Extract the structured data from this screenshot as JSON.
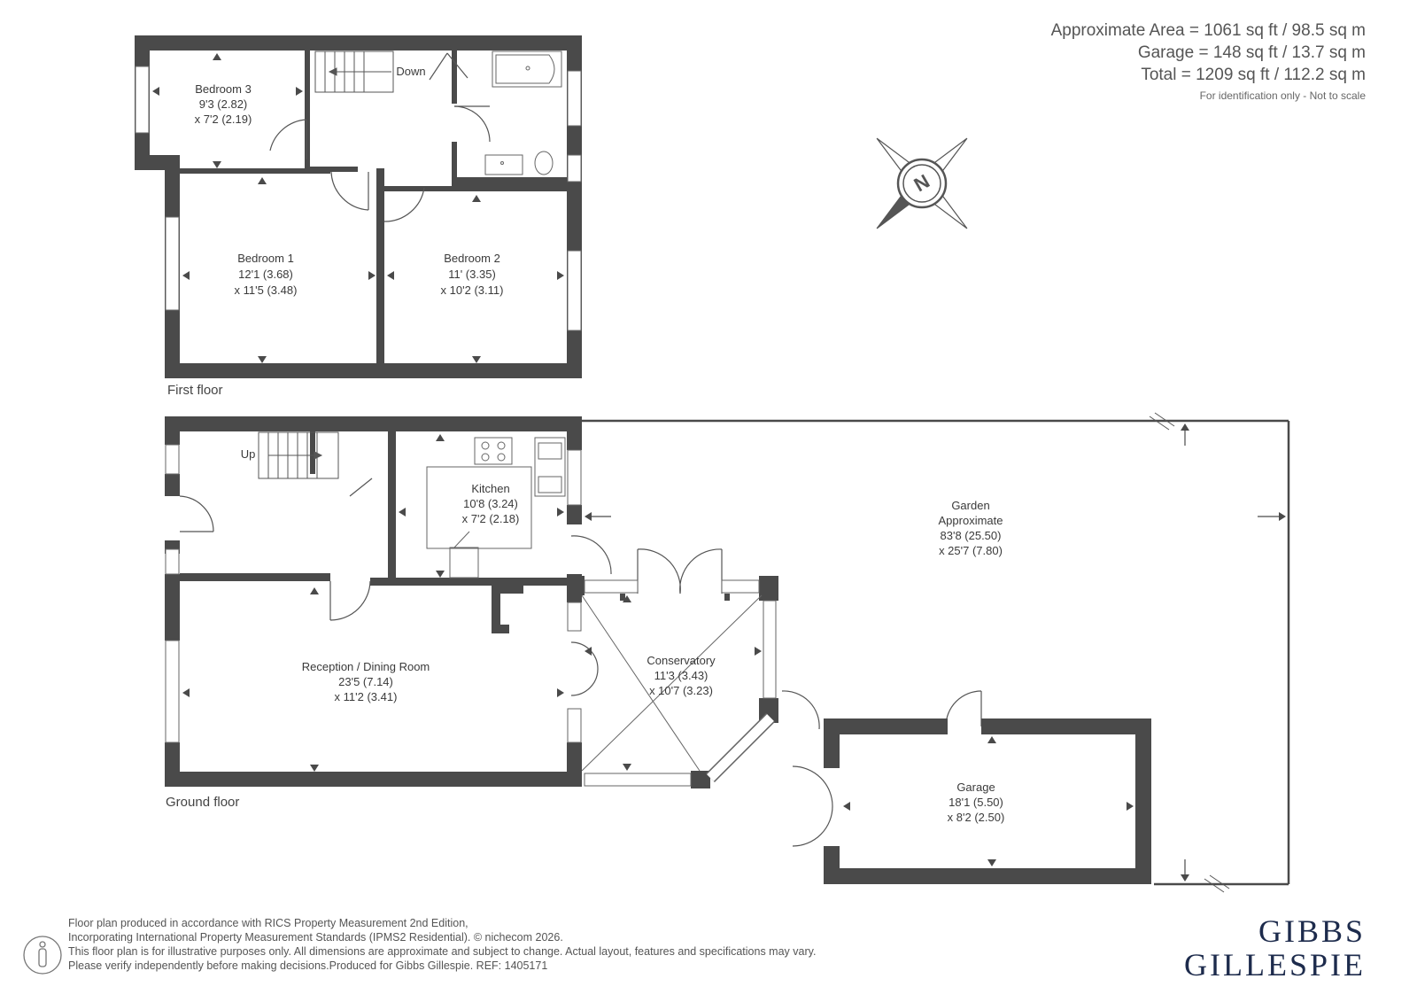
{
  "area": {
    "approx": "Approximate Area = 1061 sq ft / 98.5 sq m",
    "garage": "Garage = 148 sq ft / 13.7 sq m",
    "total": "Total = 1209 sq ft / 112.2 sq m",
    "note": "For identification only - Not to scale"
  },
  "compass": {
    "letter": "N"
  },
  "floors": {
    "first": "First floor",
    "ground": "Ground floor"
  },
  "stairs": {
    "down": "Down",
    "up": "Up"
  },
  "rooms": {
    "bedroom3": {
      "name": "Bedroom 3",
      "dim1": "9'3 (2.82)",
      "dim2": "x 7'2 (2.19)"
    },
    "bedroom1": {
      "name": "Bedroom 1",
      "dim1": "12'1 (3.68)",
      "dim2": "x 11'5 (3.48)"
    },
    "bedroom2": {
      "name": "Bedroom 2",
      "dim1": "11' (3.35)",
      "dim2": "x 10'2 (3.11)"
    },
    "kitchen": {
      "name": "Kitchen",
      "dim1": "10'8 (3.24)",
      "dim2": "x 7'2 (2.18)"
    },
    "reception": {
      "name": "Reception / Dining Room",
      "dim1": "23'5 (7.14)",
      "dim2": "x 11'2 (3.41)"
    },
    "conservatory": {
      "name": "Conservatory",
      "dim1": "11'3 (3.43)",
      "dim2": "x 10'7 (3.23)"
    },
    "garden": {
      "name": "Garden",
      "name2": "Approximate",
      "dim1": "83'8 (25.50)",
      "dim2": "x 25'7 (7.80)"
    },
    "garage": {
      "name": "Garage",
      "dim1": "18'1 (5.50)",
      "dim2": "x 8'2 (2.50)"
    }
  },
  "footer": {
    "line1": "Floor plan produced in accordance with RICS Property Measurement 2nd Edition,",
    "line2": "Incorporating International Property Measurement Standards (IPMS2 Residential).   © nichecom 2026.",
    "line3": "This floor plan is for illustrative purposes only. All dimensions are approximate and subject to change. Actual layout, features and specifications may vary.",
    "line4": "Please verify independently before making decisions.Produced for Gibbs Gillespie.   REF: 1405171"
  },
  "brand": {
    "line1": "GIBBS",
    "line2": "GILLESPIE",
    "color": "#1d2b4c"
  },
  "colors": {
    "wall": "#4a4a4a",
    "text": "#3a3a3a"
  }
}
